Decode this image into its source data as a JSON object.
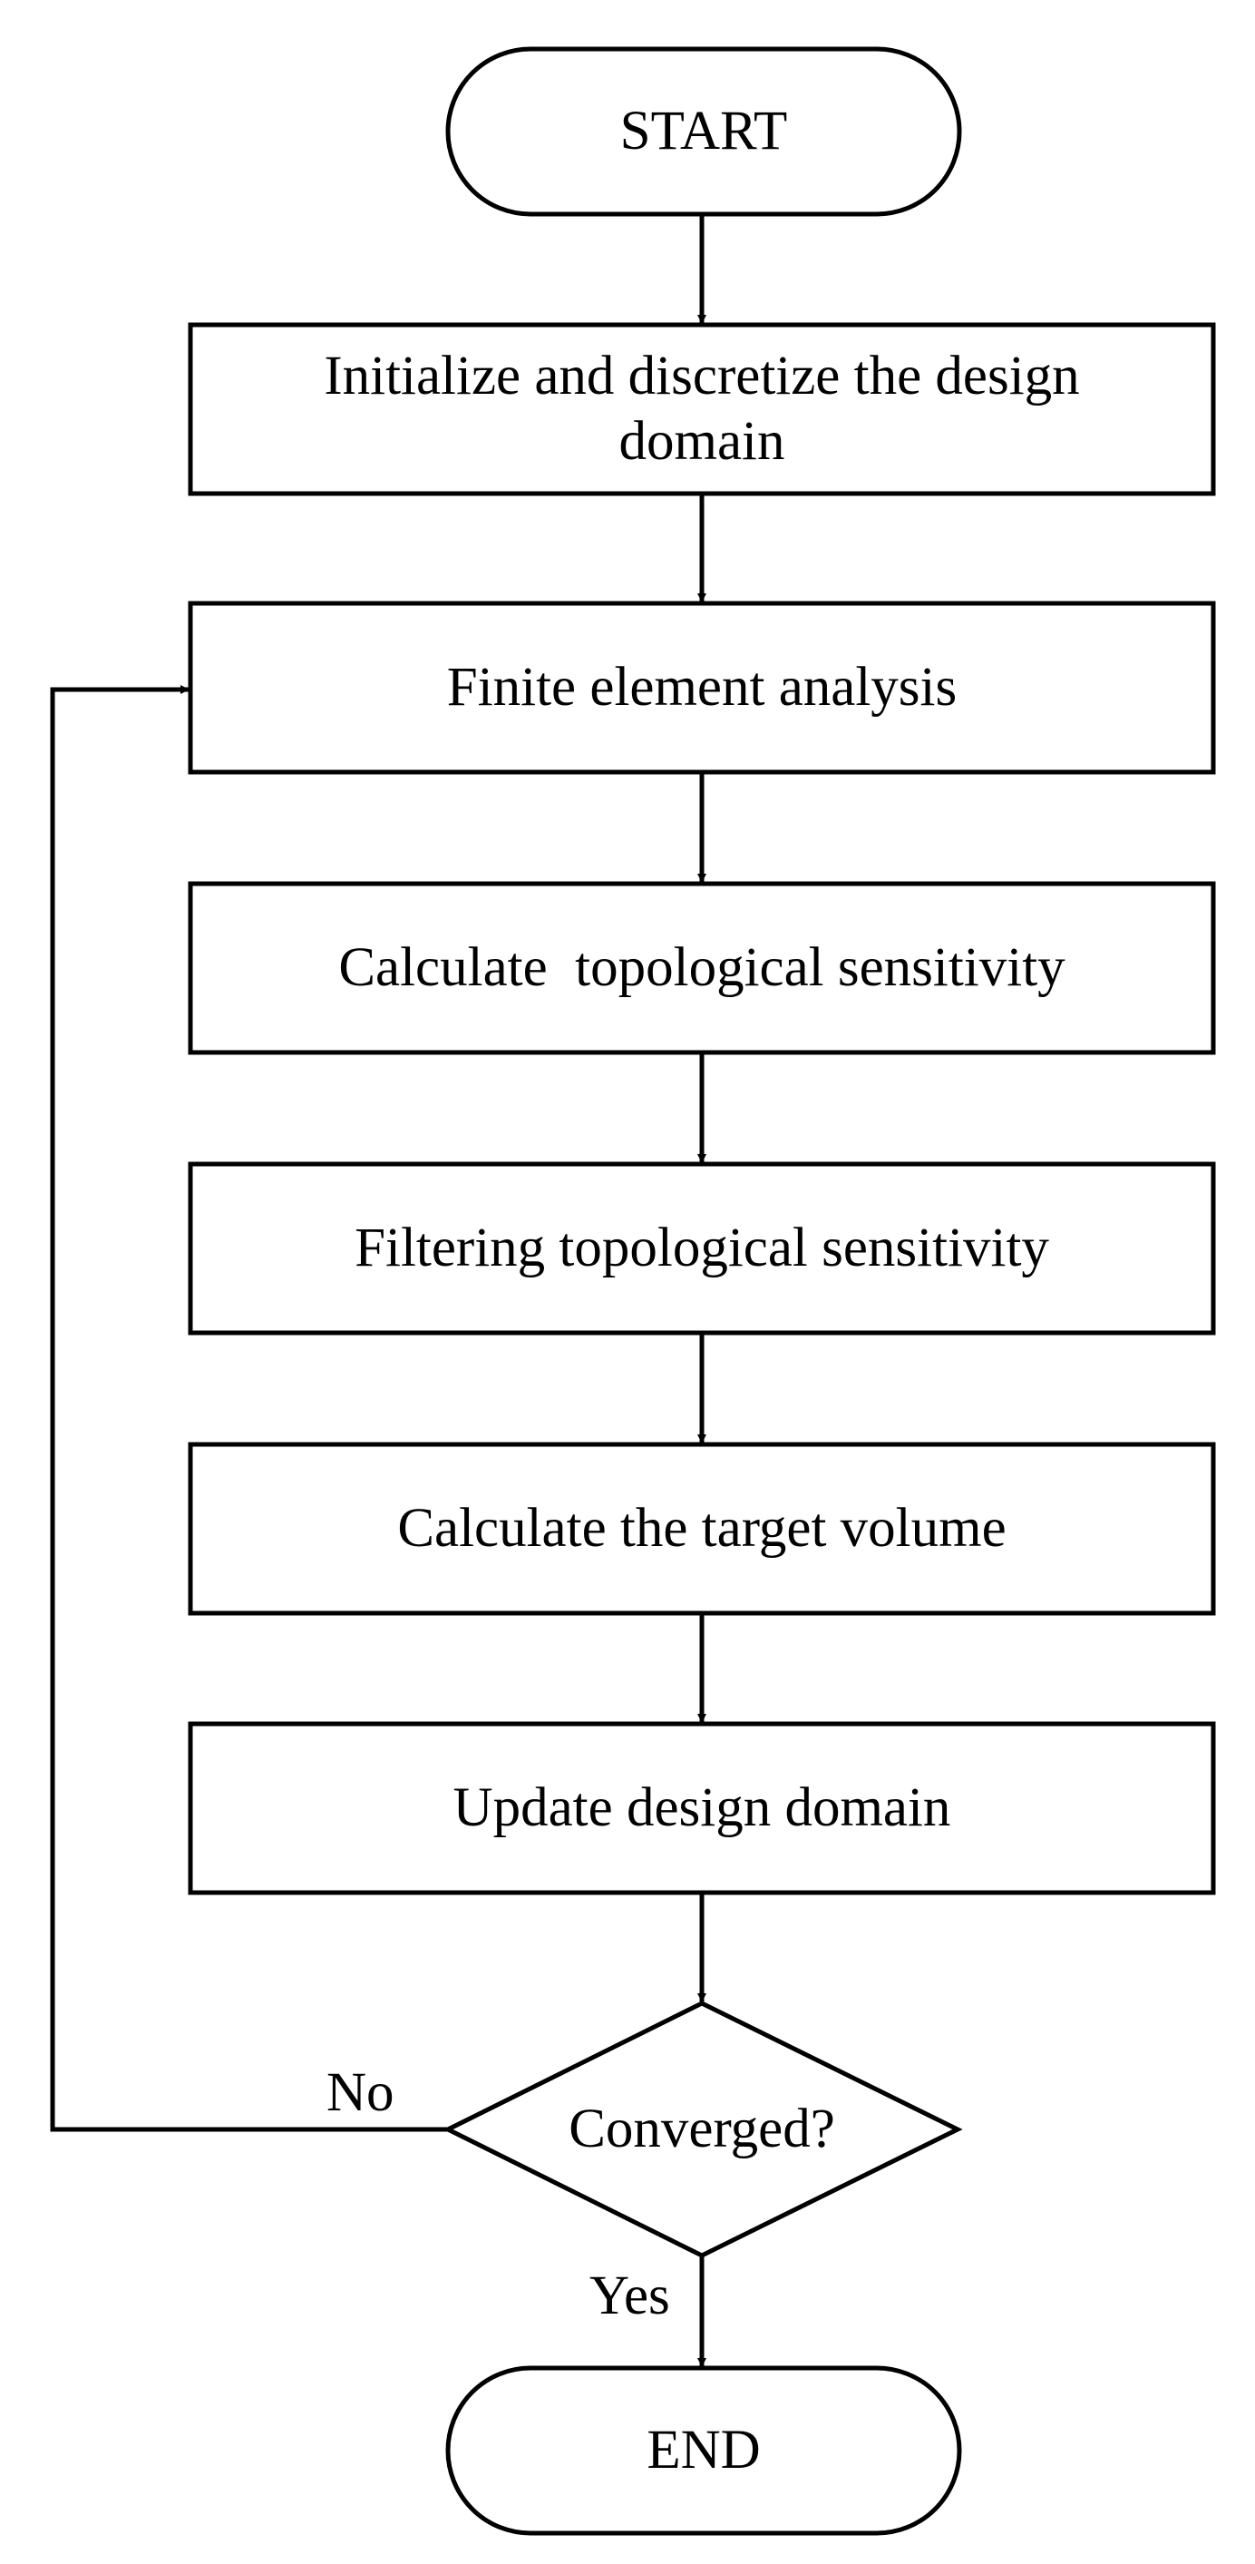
{
  "nodes": {
    "start": "START",
    "init": "Initialize and discretize the design domain",
    "fea": "Finite element analysis",
    "sensitivity": "Calculate  topological sensitivity",
    "filter": "Filtering topological sensitivity",
    "volume": "Calculate the target volume",
    "update": "Update design domain",
    "converged": "Converged?",
    "end": "END"
  },
  "edges": {
    "no": "No",
    "yes": "Yes"
  },
  "colors": {
    "stroke": "#000000",
    "background": "#ffffff"
  }
}
